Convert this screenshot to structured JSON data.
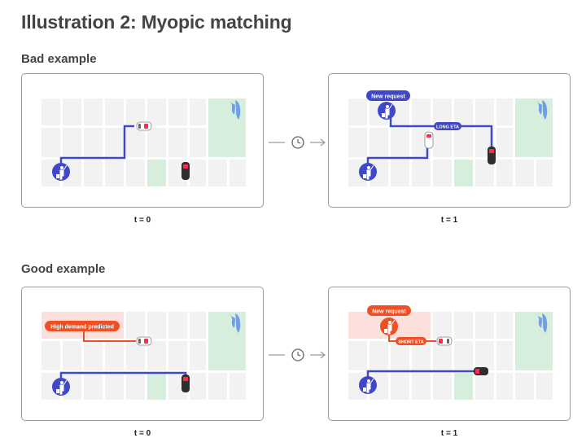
{
  "title": "Illustration 2: Myopic matching",
  "bad": {
    "heading": "Bad example",
    "t0": "t = 0",
    "t1": "t = 1",
    "new_request": "New request",
    "eta_badge": "LONG ETA"
  },
  "good": {
    "heading": "Good example",
    "t0": "t = 0",
    "t1": "t = 1",
    "high_demand": "High demand predicted",
    "new_request": "New request",
    "eta_badge": "SHORT ETA"
  },
  "colors": {
    "route_blue": "#3f48c8",
    "route_red": "#f04e23",
    "rider_blue": "#3f48c8",
    "rider_red": "#f04e23",
    "park_green": "#d6eedb",
    "demand_zone": "#fbe0dc",
    "block": "#f2f2f2"
  },
  "icons": [
    "clock-icon",
    "arrow-right-icon",
    "person-hailing-icon",
    "car-icon",
    "water-icon"
  ]
}
